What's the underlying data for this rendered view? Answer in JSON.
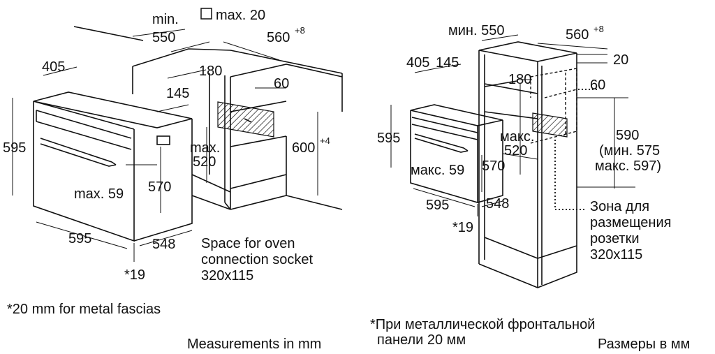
{
  "left": {
    "dims": {
      "min_label": "min.",
      "min_val": "550",
      "max20": "max. 20",
      "d560": "560",
      "d560_sup": "+8",
      "d405": "405",
      "d180": "180",
      "d145": "145",
      "d60": "60",
      "d595_v": "595",
      "max_label": "max.",
      "d520": "520",
      "d600": "600",
      "d600_sup": "+4",
      "max59": "max. 59",
      "d570": "570",
      "d595_h": "595",
      "d548": "548",
      "star19": "*19"
    },
    "socket_note": [
      "Space for oven",
      "connection socket",
      "320x115"
    ],
    "fascia_note": "*20 mm for metal fascias",
    "units_note": "Measurements in mm"
  },
  "right": {
    "dims": {
      "min550": "мин. 550",
      "d560": "560",
      "d560_sup": "+8",
      "d20": "20",
      "d405": "405",
      "d145": "145",
      "d180": "180",
      "d60": "60",
      "d595_v": "595",
      "maks_label": "макс.",
      "d520": "520",
      "maks59": "макс. 59",
      "d570": "570",
      "d590": "590",
      "min575": "(мин. 575",
      "maks597": "макс. 597)",
      "d595_h": "595",
      "d548": "548",
      "star19": "*19"
    },
    "socket_note": [
      "Зона для",
      "размещения",
      "розетки",
      "320x115"
    ],
    "fascia_note": [
      "*При металлической фронтальной",
      "панели 20 мм"
    ],
    "units_note": "Размеры в мм"
  }
}
